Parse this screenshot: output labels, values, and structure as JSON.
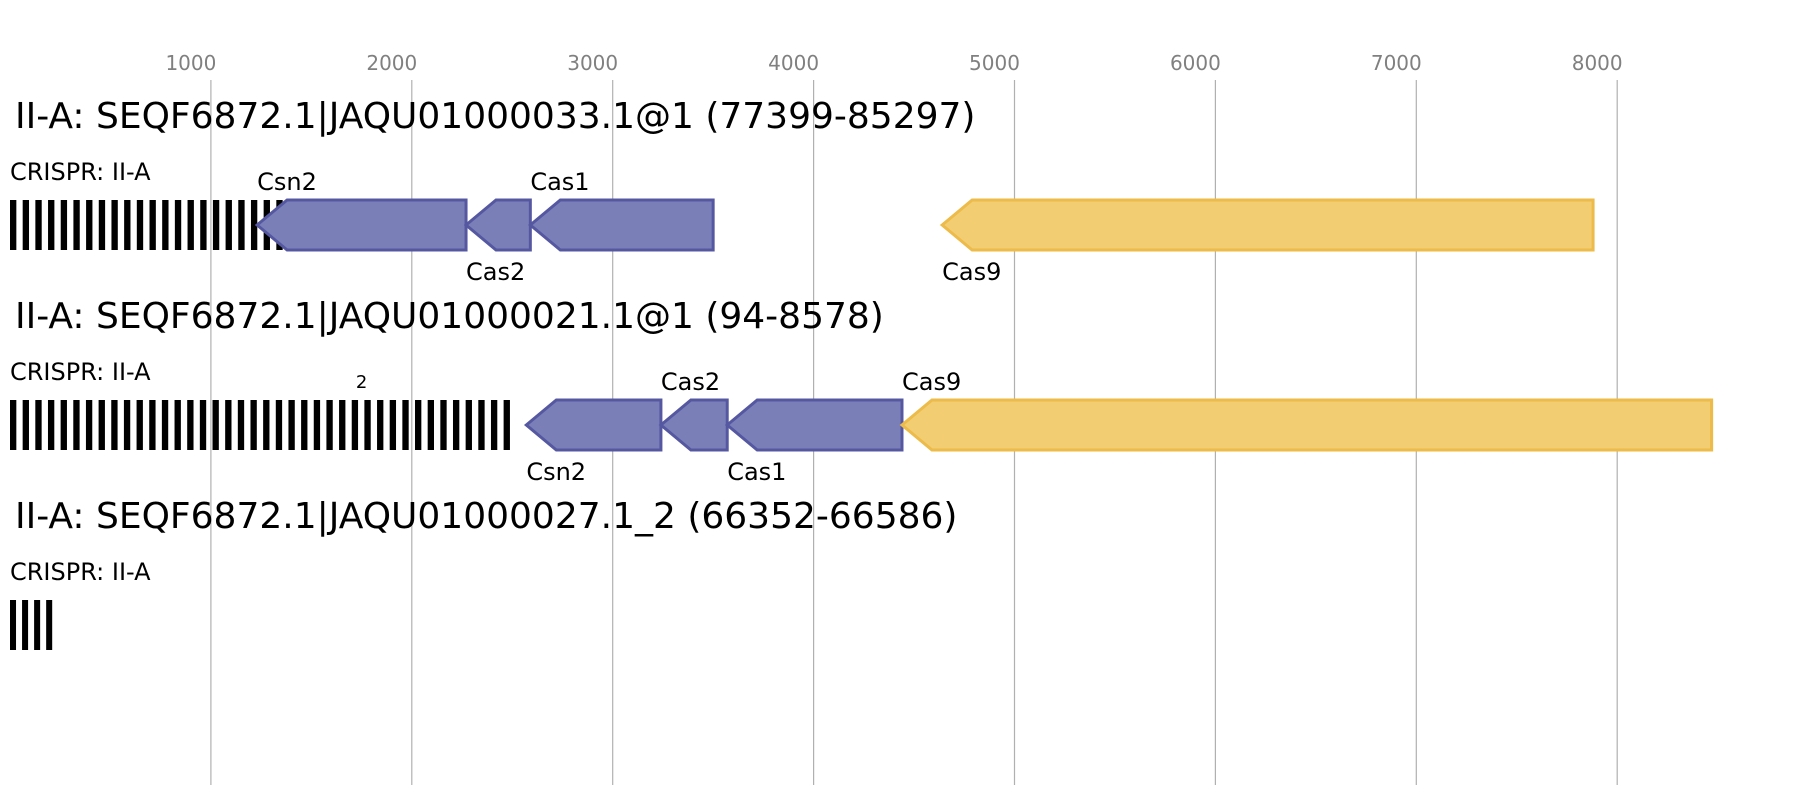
{
  "axis": {
    "ticks": [
      1000,
      2000,
      3000,
      4000,
      5000,
      6000,
      7000,
      8000
    ]
  },
  "colors": {
    "cas_fill": "#7b7fb8",
    "cas_stroke": "#5558a0",
    "cas9_fill": "#f2cd71",
    "cas9_stroke": "#ecbb4a",
    "crispr": "#000000",
    "grid": "#b0b0b0"
  },
  "loci": [
    {
      "title": "II-A: SEQF6872.1|JAQU01000033.1@1 (77399-85297)",
      "crispr_label": "CRISPR: II-A",
      "crispr": {
        "start": 0,
        "end": 2020,
        "bars": 32
      },
      "note": "",
      "genes": [
        {
          "name": "Csn2",
          "start": 1230,
          "end": 2270,
          "strand": "-",
          "label_pos": "above"
        },
        {
          "name": "Cas2",
          "start": 2270,
          "end": 2590,
          "strand": "-",
          "label_pos": "below"
        },
        {
          "name": "Cas1",
          "start": 2590,
          "end": 3500,
          "strand": "-",
          "label_pos": "above"
        },
        {
          "name": "Cas9",
          "start": 4640,
          "end": 7880,
          "strand": "-",
          "label_pos": "below",
          "family": "cas9"
        }
      ]
    },
    {
      "title": "II-A: SEQF6872.1|JAQU01000021.1@1 (94-8578)",
      "crispr_label": "CRISPR: II-A",
      "crispr": {
        "start": 0,
        "end": 2520,
        "bars": 40
      },
      "note": "2",
      "genes": [
        {
          "name": "Csn2",
          "start": 2570,
          "end": 3240,
          "strand": "-",
          "label_pos": "below"
        },
        {
          "name": "Cas2",
          "start": 3240,
          "end": 3570,
          "strand": "-",
          "label_pos": "above"
        },
        {
          "name": "Cas1",
          "start": 3570,
          "end": 4440,
          "strand": "-",
          "label_pos": "below"
        },
        {
          "name": "Cas9",
          "start": 4440,
          "end": 8470,
          "strand": "-",
          "label_pos": "above",
          "family": "cas9"
        }
      ]
    },
    {
      "title": "II-A: SEQF6872.1|JAQU01000027.1_2 (66352-66586)",
      "crispr_label": "CRISPR: II-A",
      "crispr": {
        "start": 0,
        "end": 240,
        "bars": 4
      },
      "note": "",
      "genes": []
    }
  ]
}
